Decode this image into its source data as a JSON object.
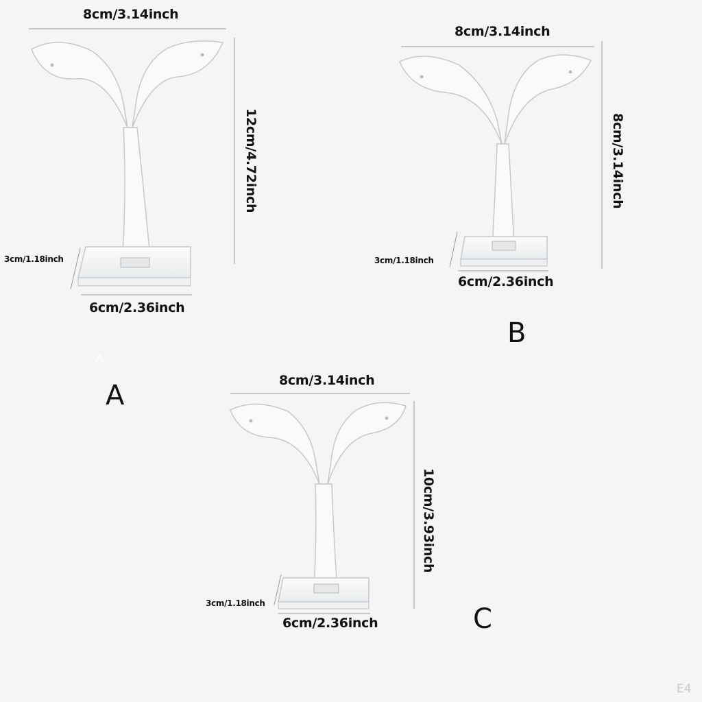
{
  "stands": [
    {
      "label": "A",
      "width": "8cm/3.14inch",
      "height": "12cm/4.72inch",
      "depth": "3cm/1.18inch",
      "base": "6cm/2.36inch"
    },
    {
      "label": "B",
      "width": "8cm/3.14inch",
      "height": "8cm/3.14inch",
      "depth": "3cm/1.18inch",
      "base": "6cm/2.36inch"
    },
    {
      "label": "C",
      "width": "8cm/3.14inch",
      "height": "10cm/3.93inch",
      "depth": "3cm/1.18inch",
      "base": "6cm/2.36inch"
    }
  ],
  "faint_label": "A",
  "corner_code": "E4",
  "colors": {
    "background": "#f5f5f5",
    "acrylic_edge": "#c4c8cc",
    "dimension_line": "#9a9a9a",
    "text": "#111111"
  }
}
